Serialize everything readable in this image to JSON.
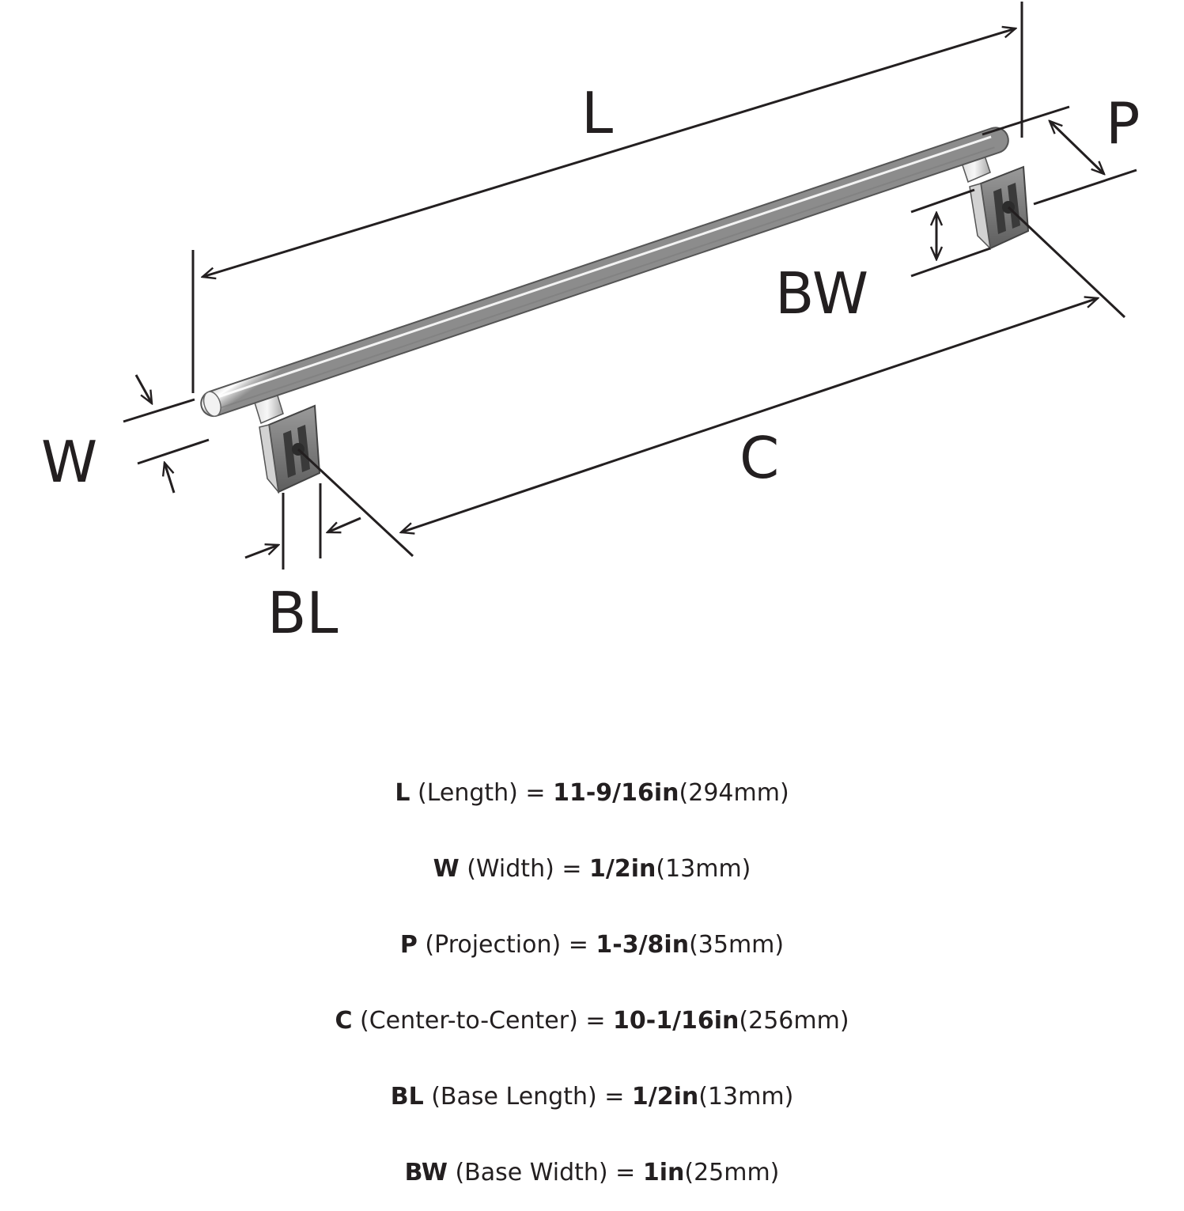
{
  "colors": {
    "ink": "#231f20",
    "metal_light": "#f4f4f4",
    "metal_mid": "#c9c9c9",
    "metal_dark": "#6f6f6f"
  },
  "diagram_labels": {
    "L": "L",
    "P": "P",
    "BW": "BW",
    "W": "W",
    "C": "C",
    "BL": "BL"
  },
  "specs": [
    {
      "symbol": "L",
      "description": " (Length) = ",
      "imperial": "11-9/16in",
      "metric": "(294mm)"
    },
    {
      "symbol": "W",
      "description": " (Width) = ",
      "imperial": "1/2in",
      "metric": "(13mm)"
    },
    {
      "symbol": "P",
      "description": " (Projection) = ",
      "imperial": "1-3/8in",
      "metric": "(35mm)"
    },
    {
      "symbol": "C",
      "description": " (Center-to-Center) = ",
      "imperial": "10-1/16in",
      "metric": "(256mm)"
    },
    {
      "symbol": "BL",
      "description": " (Base Length) = ",
      "imperial": "1/2in",
      "metric": "(13mm)"
    },
    {
      "symbol": "BW",
      "description": " (Base Width) = ",
      "imperial": "1in",
      "metric": "(25mm)"
    }
  ]
}
